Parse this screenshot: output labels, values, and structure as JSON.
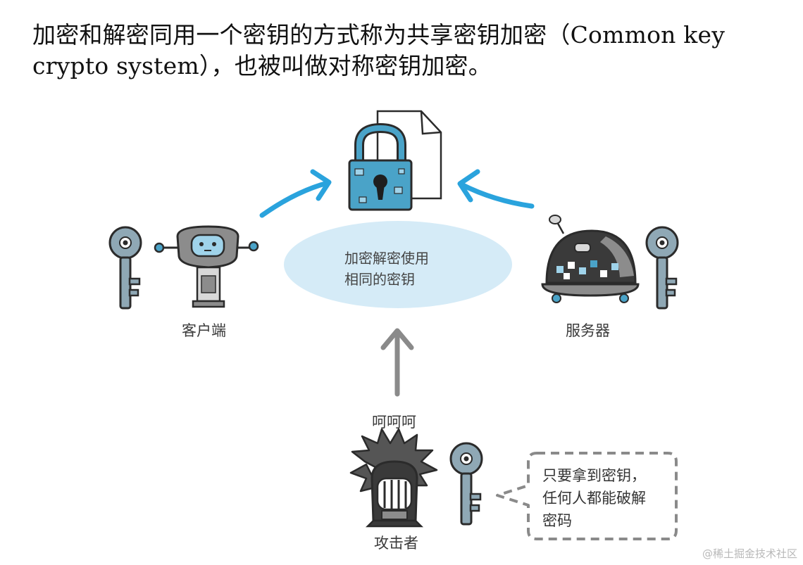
{
  "intro_text": "加密和解密同用一个密钥的方式称为共享密钥加密（Common key crypto system），也被叫做对称密钥加密。",
  "center_bubble": {
    "line1": "加密解密使用",
    "line2": "相同的密钥"
  },
  "client_label": "客户端",
  "server_label": "服务器",
  "attacker_laugh": "呵呵呵",
  "attacker_label": "攻击者",
  "speech": {
    "line1": "只要拿到密钥，",
    "line2": "任何人都能破解",
    "line3": "密码"
  },
  "watermark": "@稀土掘金技术社区",
  "colors": {
    "arrow_blue": "#2aa3dd",
    "arrow_gray": "#8a8a8a",
    "bubble_fill": "#d5ebf7",
    "lock_blue": "#4aa3c8",
    "key_gray": "#8fa8b5",
    "dark_outline": "#2b2b2b"
  }
}
